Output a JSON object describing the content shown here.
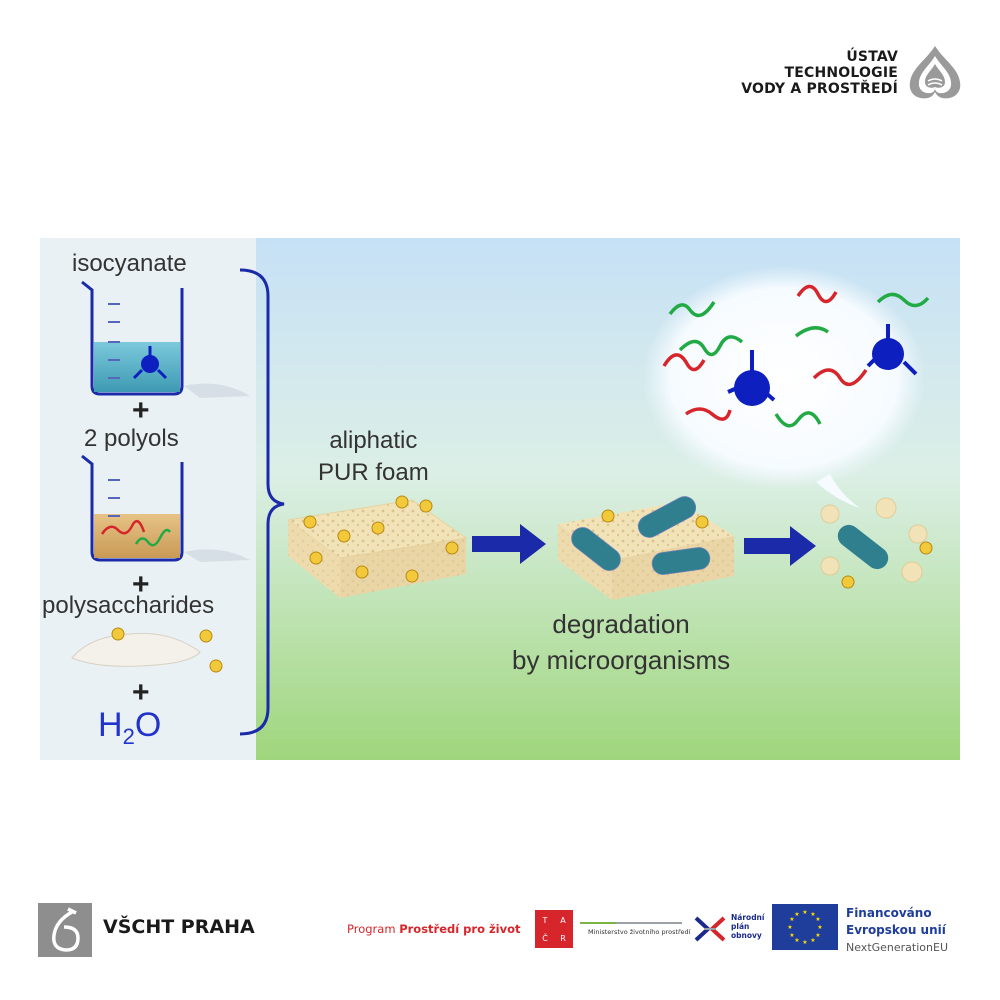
{
  "header": {
    "institute_lines": [
      "ÚSTAV",
      "TECHNOLOGIE",
      "VODY A PROSTŘEDÍ"
    ],
    "logo_icon": "water-drop-logo-icon"
  },
  "diagram": {
    "isocyanate": "isocyanate",
    "plus": "+",
    "polyols": "2 polyols",
    "polysaccharides": "polysaccharides",
    "water_main": "H",
    "water_sub": "2",
    "water_end": "O",
    "foam_lines": [
      "aliphatic",
      "PUR foam"
    ],
    "degradation_lines": [
      "degradation",
      "by microorganisms"
    ],
    "colors": {
      "panel_left": "#e8f0f4",
      "sky": "#cde6f5",
      "ground": "#a4d985",
      "arrow": "#1a2aa8",
      "bracket": "#1a2aa8",
      "sphere": "#0d1fbf",
      "chain_red": "#d6262b",
      "chain_green": "#22aa44",
      "foam": "#f2e2b8",
      "particle": "#f3c93c",
      "bacterium": "#2f7f8f"
    }
  },
  "footer": {
    "vscht_name": "VŠCHT PRAHA",
    "program_prefix": "Program ",
    "program_name": "Prostředí pro život",
    "tacr_letters": [
      "T",
      "A",
      "Č",
      "R"
    ],
    "mzp_text": "Ministerstvo životního prostředí",
    "npo_lines": [
      "Národní",
      "plán",
      "obnovy"
    ],
    "eu_lines": [
      "Financováno",
      "Evropskou unií",
      "NextGenerationEU"
    ]
  }
}
